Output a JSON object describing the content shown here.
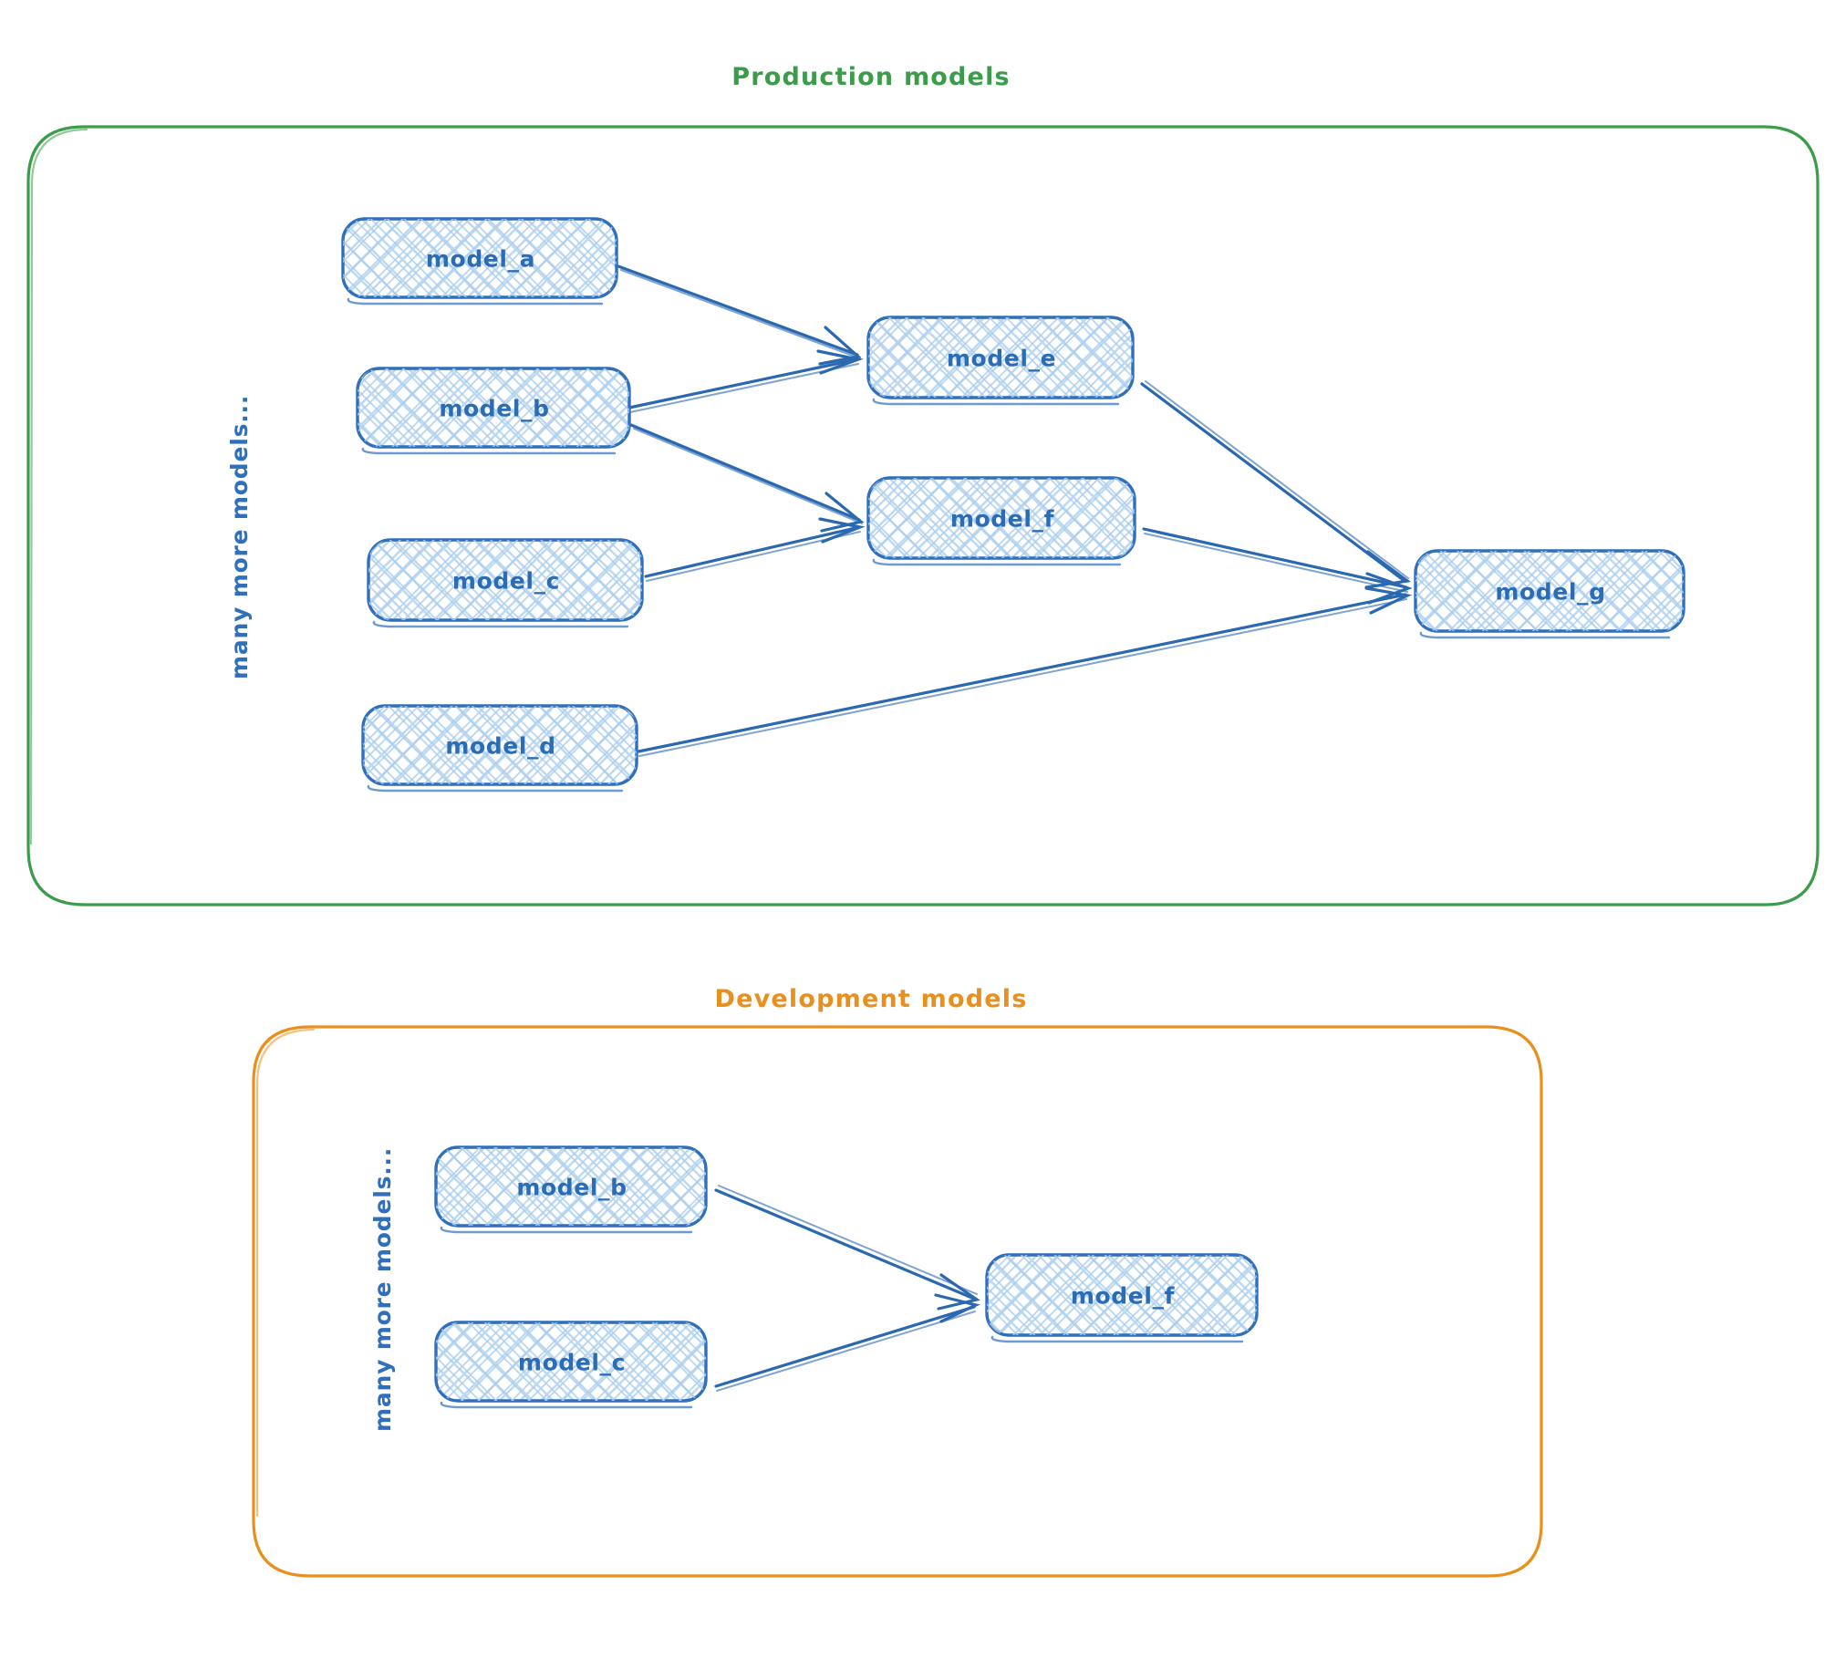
{
  "diagram": {
    "kind": "model-lineage-diagram",
    "background_color": "#ffffff",
    "node_border_color": "#2f6fbb",
    "node_fill_color": "#cfe2f6",
    "edge_color": "#2a68b0",
    "label_color": "#2a6cb5"
  },
  "groups": [
    {
      "id": "production",
      "title": "Production models",
      "title_color": "#3d9c4b",
      "border_color": "#3d9c4b",
      "side_note": "many more models...",
      "side_note_color": "#2f6fbb",
      "nodes": [
        {
          "id": "prod_model_a",
          "label": "model_a"
        },
        {
          "id": "prod_model_b",
          "label": "model_b"
        },
        {
          "id": "prod_model_c",
          "label": "model_c"
        },
        {
          "id": "prod_model_d",
          "label": "model_d"
        },
        {
          "id": "prod_model_e",
          "label": "model_e"
        },
        {
          "id": "prod_model_f",
          "label": "model_f"
        },
        {
          "id": "prod_model_g",
          "label": "model_g"
        }
      ],
      "edges": [
        {
          "from": "model_a",
          "to": "model_e"
        },
        {
          "from": "model_b",
          "to": "model_e"
        },
        {
          "from": "model_b",
          "to": "model_f"
        },
        {
          "from": "model_c",
          "to": "model_f"
        },
        {
          "from": "model_e",
          "to": "model_g"
        },
        {
          "from": "model_f",
          "to": "model_g"
        },
        {
          "from": "model_d",
          "to": "model_g"
        }
      ]
    },
    {
      "id": "development",
      "title": "Development models",
      "title_color": "#e8901e",
      "border_color": "#e8901e",
      "side_note": "many more models...",
      "side_note_color": "#2f6fbb",
      "nodes": [
        {
          "id": "dev_model_b",
          "label": "model_b"
        },
        {
          "id": "dev_model_c",
          "label": "model_c"
        },
        {
          "id": "dev_model_f",
          "label": "model_f"
        }
      ],
      "edges": [
        {
          "from": "model_b",
          "to": "model_f"
        },
        {
          "from": "model_c",
          "to": "model_f"
        }
      ]
    }
  ]
}
